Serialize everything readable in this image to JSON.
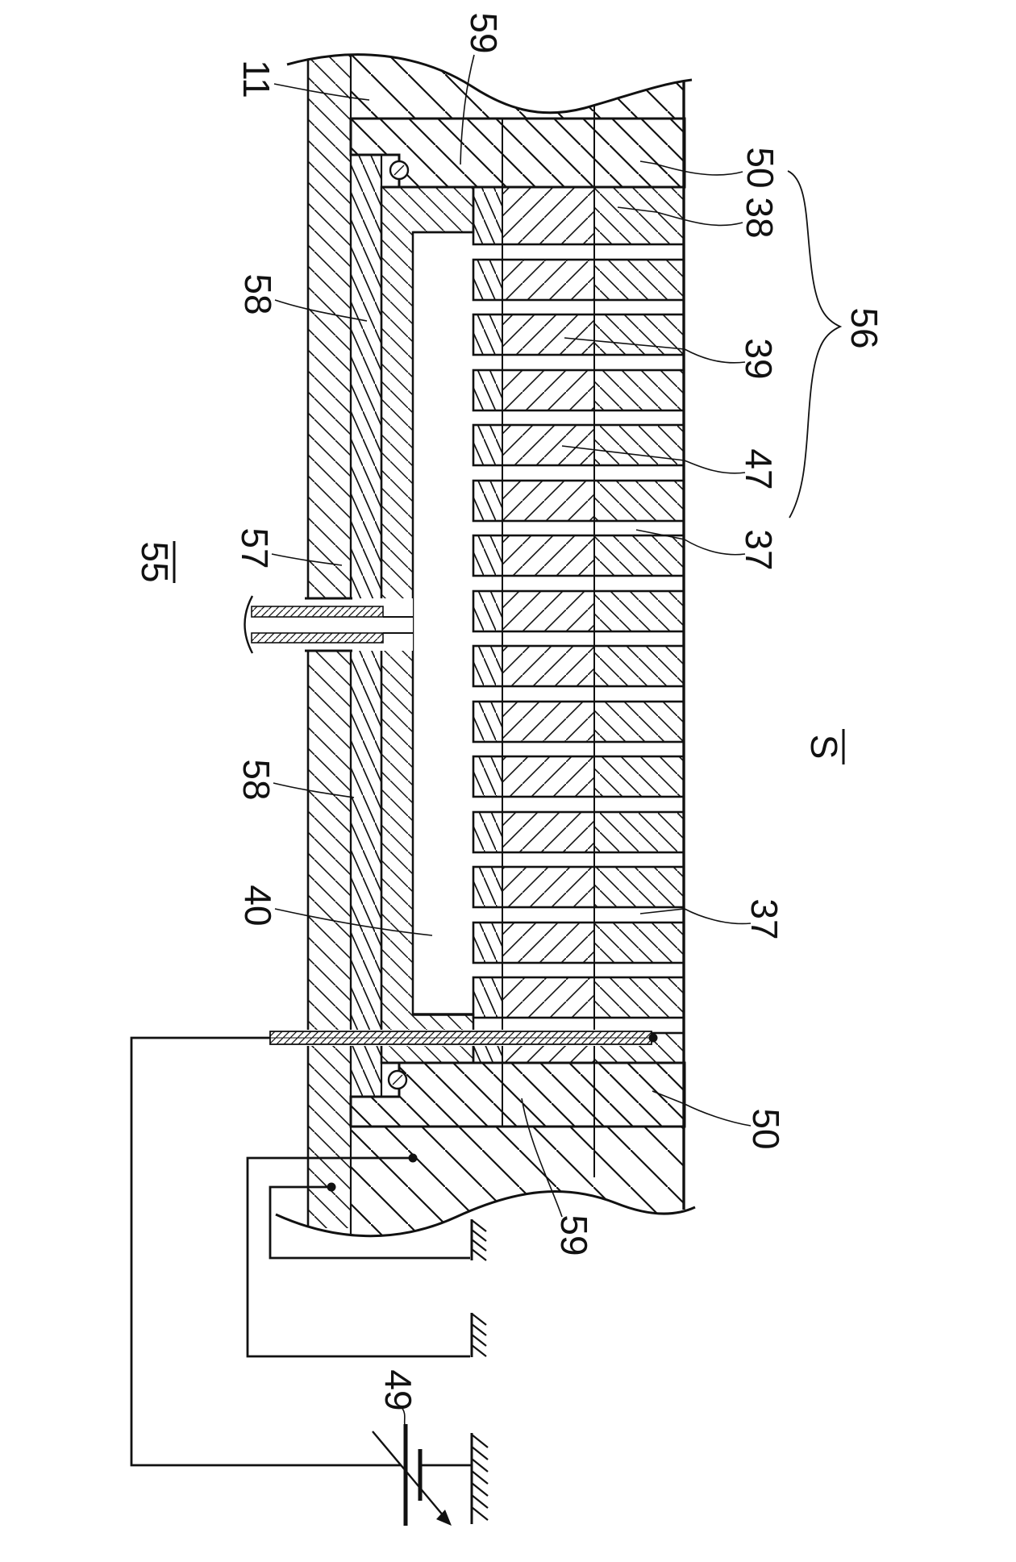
{
  "figure": {
    "kind": "patent-cross-section-drawing",
    "background": "#ffffff",
    "line_color": "#111111",
    "labels": {
      "l11": "11",
      "l59_top": "59",
      "l50_top": "50",
      "l38": "38",
      "l56": "56",
      "l39": "39",
      "l47": "47",
      "l37_a": "37",
      "l57": "57",
      "l55": "55",
      "l58_a": "58",
      "l58_b": "58",
      "l40": "40",
      "l37_b": "37",
      "lS": "S",
      "l50_bottom": "50",
      "l59_bottom": "59",
      "l49": "49"
    }
  }
}
